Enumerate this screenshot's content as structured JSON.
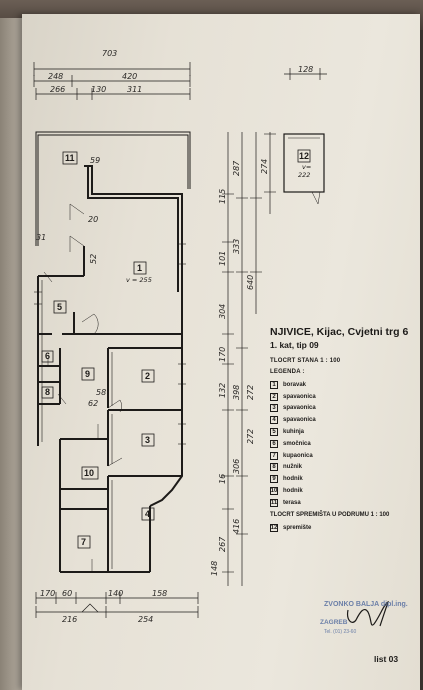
{
  "dimensions": {
    "top": [
      "703",
      "248",
      "420",
      "266",
      "130",
      "311"
    ],
    "storage_top": "128",
    "bottom": [
      "170",
      "60",
      "140",
      "158",
      "216",
      "254"
    ],
    "right_col1": [
      "115",
      "101",
      "304",
      "170",
      "132",
      "398",
      "16",
      "306",
      "416",
      "267",
      "148"
    ],
    "right_col2": [
      "287",
      "333",
      "640",
      "272",
      "272"
    ],
    "right_col3": [
      "274"
    ],
    "misc": [
      "59",
      "20",
      "52",
      "31",
      "62",
      "58"
    ]
  },
  "rooms": [
    {
      "num": "1",
      "area": "v = 255"
    },
    {
      "num": "2"
    },
    {
      "num": "3"
    },
    {
      "num": "4"
    },
    {
      "num": "5"
    },
    {
      "num": "6"
    },
    {
      "num": "7"
    },
    {
      "num": "8"
    },
    {
      "num": "9"
    },
    {
      "num": "10"
    },
    {
      "num": "11"
    }
  ],
  "storage": {
    "num": "12",
    "area_label": "v=",
    "area": "222"
  },
  "title": "NJIVICE, Kijac, Cvjetni trg 6",
  "subtitle": "1. kat, tip 09",
  "plan_label": "TLOCRT STANA  1 : 100",
  "legend_label": "LEGENDA :",
  "legend": [
    {
      "num": "1",
      "label": "boravak"
    },
    {
      "num": "2",
      "label": "spavaonica"
    },
    {
      "num": "3",
      "label": "spavaonica"
    },
    {
      "num": "4",
      "label": "spavaonica"
    },
    {
      "num": "5",
      "label": "kuhinja"
    },
    {
      "num": "6",
      "label": "smočnica"
    },
    {
      "num": "7",
      "label": "kupaonica"
    },
    {
      "num": "8",
      "label": "nužnik"
    },
    {
      "num": "9",
      "label": "hodnik"
    },
    {
      "num": "10",
      "label": "hodnik"
    },
    {
      "num": "11",
      "label": "terasa"
    }
  ],
  "storage_plan_label": "TLOCRT SPREMIŠTA U PODRUMU  1 : 100",
  "storage_legend": {
    "num": "12",
    "label": "spremište"
  },
  "stamp": {
    "line1": "ZVONKO BALJA dipl.ing.",
    "line2": "",
    "line3": "ZAGREB",
    "line4": "Tel. (01) 23-60"
  },
  "page_number": "list 03"
}
